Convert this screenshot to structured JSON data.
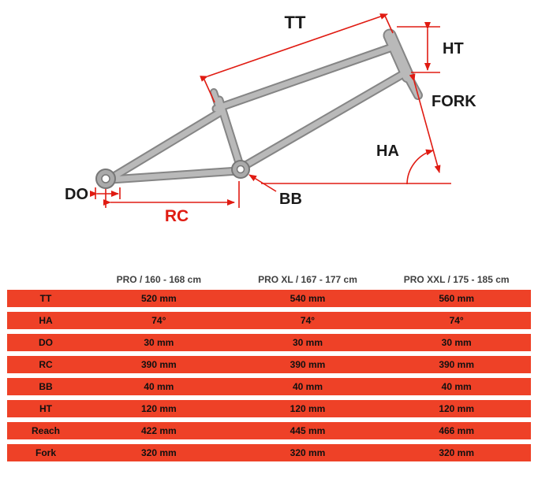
{
  "colors": {
    "dimension_red": "#e01b12",
    "row_red": "#ee4127",
    "frame_gray": "#b9b9b9",
    "header_text": "#404040"
  },
  "diagram": {
    "labels": {
      "tt": "TT",
      "ht": "HT",
      "fork": "FORK",
      "ha": "HA",
      "bb": "BB",
      "rc": "RC",
      "do": "DO"
    }
  },
  "table": {
    "headers": [
      "PRO / 160 - 168 cm",
      "PRO XL / 167 - 177 cm",
      "PRO XXL / 175 - 185 cm"
    ],
    "rows": [
      {
        "label": "TT",
        "values": [
          "520 mm",
          "540 mm",
          "560 mm"
        ]
      },
      {
        "label": "HA",
        "values": [
          "74°",
          "74°",
          "74°"
        ]
      },
      {
        "label": "DO",
        "values": [
          "30 mm",
          "30 mm",
          "30 mm"
        ]
      },
      {
        "label": "RC",
        "values": [
          "390 mm",
          "390 mm",
          "390 mm"
        ]
      },
      {
        "label": "BB",
        "values": [
          "40 mm",
          "40 mm",
          "40 mm"
        ]
      },
      {
        "label": "HT",
        "values": [
          "120 mm",
          "120 mm",
          "120 mm"
        ]
      },
      {
        "label": "Reach",
        "values": [
          "422 mm",
          "445 mm",
          "466 mm"
        ]
      },
      {
        "label": "Fork",
        "values": [
          "320 mm",
          "320 mm",
          "320 mm"
        ]
      }
    ]
  }
}
